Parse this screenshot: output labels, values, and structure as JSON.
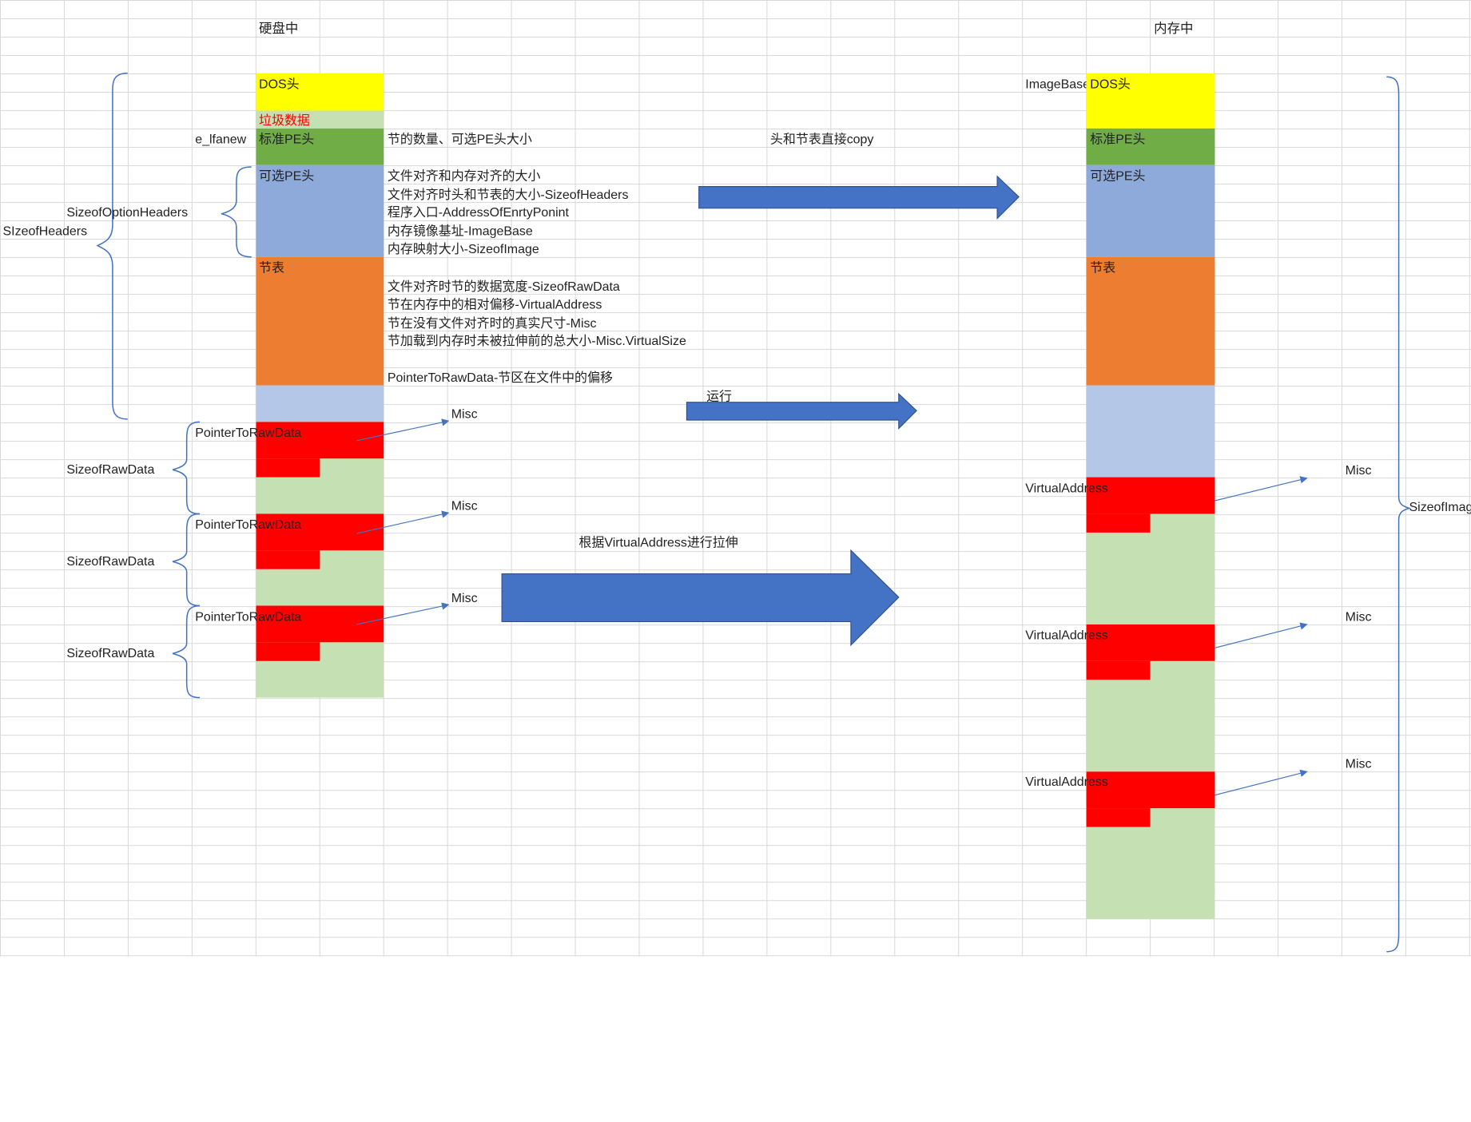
{
  "headers": {
    "disk": "硬盘中",
    "memory": "内存中"
  },
  "disk": {
    "dos": "DOS头",
    "junk": "垃圾数据",
    "std_pe": "标准PE头",
    "opt_pe": "可选PE头",
    "sections": "节表"
  },
  "memory": {
    "dos": "DOS头",
    "std_pe": "标准PE头",
    "opt_pe": "可选PE头",
    "sections": "节表",
    "imagebase": "ImageBase",
    "virtual_address": "VirtualAddress",
    "misc": "Misc",
    "sizeofimage": "SizeofImage"
  },
  "labels": {
    "e_lfanew": "e_lfanew",
    "sizeof_option_headers": "SizeofOptionHeaders",
    "sizeof_headers": "SIzeofHeaders",
    "pointer_to_raw_data": "PointerToRawData",
    "sizeof_raw_data": "SizeofRawData",
    "misc": "Misc"
  },
  "notes": {
    "std_pe_note": "节的数量、可选PE头大小",
    "copy_note": "头和节表直接copy",
    "opt_lines": [
      "文件对齐和内存对齐的大小",
      "文件对齐时头和节表的大小-SizeofHeaders",
      "程序入口-AddressOfEnrtyPonint",
      "内存镜像基址-ImageBase",
      "内存映射大小-SizeofImage"
    ],
    "sec_lines": [
      "文件对齐时节的数据宽度-SizeofRawData",
      "节在内存中的相对偏移-VirtualAddress",
      "节在没有文件对齐时的真实尺寸-Misc",
      "节加载到内存时未被拉伸前的总大小-Misc.VirtualSize"
    ],
    "pointer_line": "PointerToRawData-节区在文件中的偏移",
    "run": "运行",
    "stretch": "根据VirtualAddress进行拉伸"
  },
  "colors": {
    "yellow": "#ffff00",
    "junk_green": "#c6e0b4",
    "pe_green": "#70ad47",
    "opt_blue": "#8eaadb",
    "orange": "#ed7d31",
    "pad_blue": "#b4c7e7",
    "red": "#ff0000",
    "section_green": "#c5e0b3",
    "arrow_blue": "#4472c4",
    "junk_text_red": "#ff0000"
  }
}
